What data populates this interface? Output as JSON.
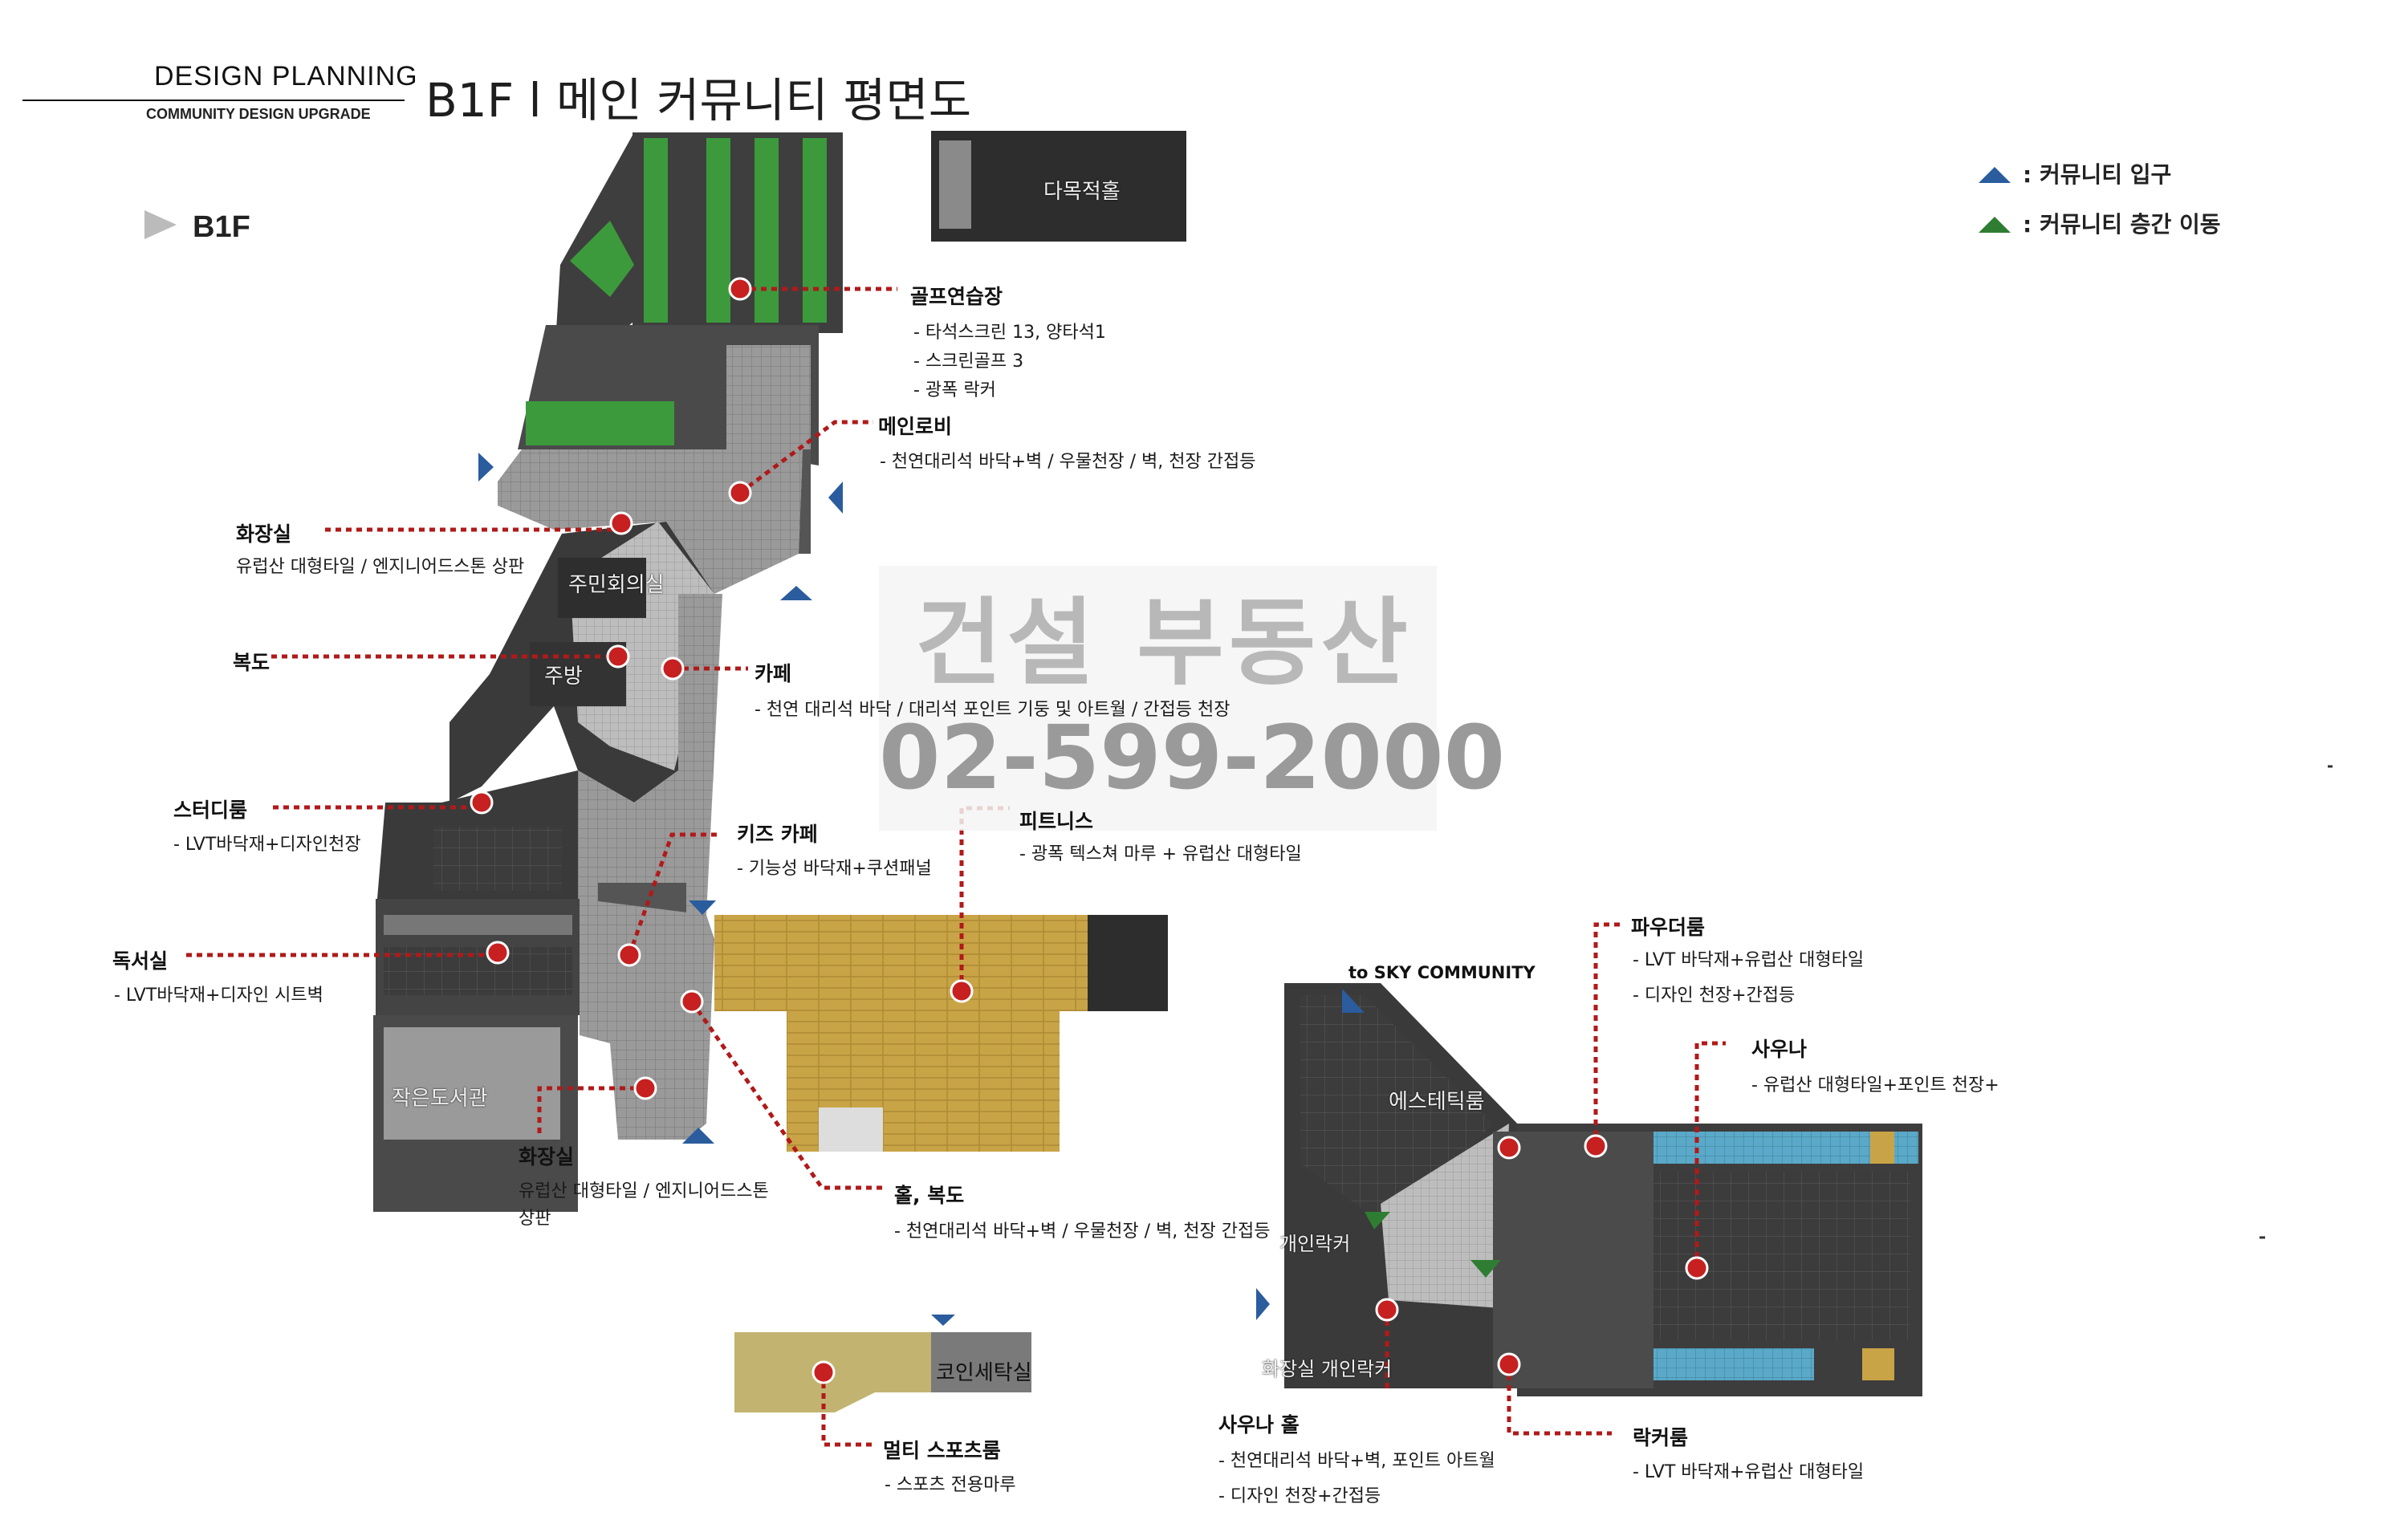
{
  "header": {
    "section": "DESIGN PLANNING",
    "subtitle": "COMMUNITY DESIGN UPGRADE",
    "title": "B1F l 메인 커뮤니티 평면도"
  },
  "level_marker": "B1F",
  "legend": [
    {
      "symbol": "blue-triangle-icon",
      "label": ": 커뮤니티 입구",
      "color": "#2a5c9e"
    },
    {
      "symbol": "green-triangle-icon",
      "label": ": 커뮤니티 층간 이동",
      "color": "#2e7d32"
    }
  ],
  "rooms": {
    "multipurpose_hall": "다목적홀",
    "meeting_room": "주민회의실",
    "kitchen": "주방",
    "small_library": "작은도서관",
    "coin_laundry": "코인세탁실",
    "esthetic_room": "에스테틱룸",
    "personal_locker": "개인락커",
    "restroom_locker": "화장실 개인락커",
    "to_sky": "to SKY COMMUNITY"
  },
  "callouts": [
    {
      "key": "golf",
      "title": "골프연습장",
      "details": [
        "- 타석스크린 13, 양타석1",
        "- 스크린골프 3",
        "- 광폭 락커"
      ]
    },
    {
      "key": "lobby",
      "title": "메인로비",
      "details": [
        "- 천연대리석 바닥+벽 / 우물천장 / 벽, 천장 간접등"
      ]
    },
    {
      "key": "restroom1",
      "title": "화장실",
      "details": [
        "유럽산 대형타일  / 엔지니어드스톤 상판"
      ]
    },
    {
      "key": "corridor",
      "title": "복도",
      "details": []
    },
    {
      "key": "cafe",
      "title": "카페",
      "details": [
        "- 천연 대리석 바닥 / 대리석 포인트 기둥 및 아트월 / 간접등 천장"
      ]
    },
    {
      "key": "study",
      "title": "스터디룸",
      "details": [
        "- LVT바닥재+디자인천장"
      ]
    },
    {
      "key": "kids_cafe",
      "title": "키즈 카페",
      "details": [
        "- 기능성 바닥재+쿠션패널"
      ]
    },
    {
      "key": "fitness",
      "title": "피트니스",
      "details": [
        "- 광폭 텍스쳐 마루 + 유럽산 대형타일"
      ]
    },
    {
      "key": "reading",
      "title": "독서실",
      "details": [
        "- LVT바닥재+디자인 시트벽"
      ]
    },
    {
      "key": "restroom2",
      "title": "화장실",
      "details": [
        "유럽산 대형타일  / 엔지니어드스톤",
        "상판"
      ]
    },
    {
      "key": "hall",
      "title": "홀, 복도",
      "details": [
        "- 천연대리석 바닥+벽 / 우물천장 / 벽, 천장 간접등"
      ]
    },
    {
      "key": "powder",
      "title": "파우더룸",
      "details": [
        "- LVT 바닥재+유럽산 대형타일",
        "- 디자인 천장+간접등"
      ]
    },
    {
      "key": "sauna",
      "title": "사우나",
      "details": [
        "- 유럽산 대형타일+포인트 천장+"
      ]
    },
    {
      "key": "sauna_hall",
      "title": "사우나 홀",
      "details": [
        "- 천연대리석 바닥+벽, 포인트 아트월",
        "- 디자인 천장+간접등"
      ]
    },
    {
      "key": "locker_room",
      "title": "락커룸",
      "details": [
        "- LVT 바닥재+유럽산 대형타일"
      ]
    },
    {
      "key": "multi_sports",
      "title": "멀티 스포츠룸",
      "details": [
        "- 스포츠 전용마루"
      ]
    }
  ],
  "watermark": {
    "line1": "건설 부동산",
    "line2": "02-599-2000"
  },
  "colors": {
    "leader": "#b01a1a",
    "dot": "#c62020",
    "dark_floor": "#3a3a3a",
    "grey_floor": "#8a8a8a",
    "wood_floor": "#c9a447",
    "green_golf": "#3c9a3c",
    "pool_blue": "#5aa9c8"
  }
}
